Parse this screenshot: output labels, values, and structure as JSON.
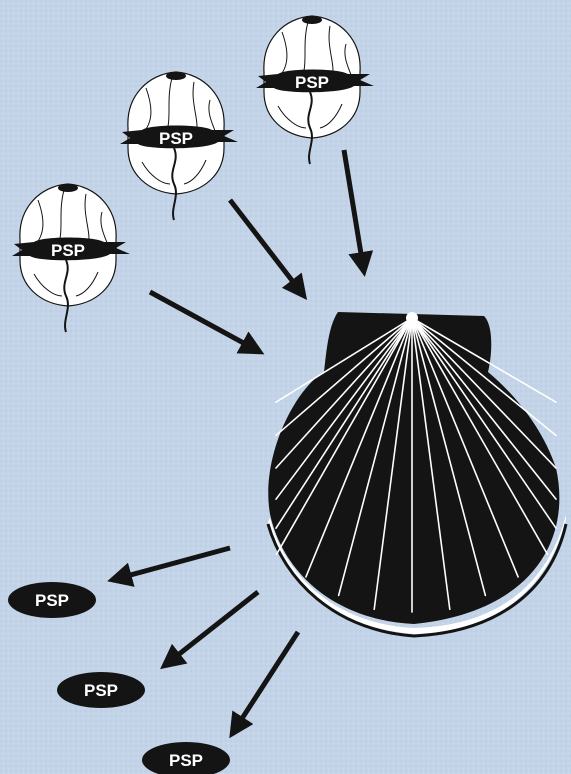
{
  "colors": {
    "background": "#c3d4e8",
    "ink": "#141414",
    "cell_fill": "#ffffff",
    "shell_rays": "#ffffff"
  },
  "icons": {
    "cell": "dinoflagellate-icon",
    "shellfish": "scallop-shell-icon",
    "arrow": "arrow-icon"
  },
  "cells": [
    {
      "label": "PSP"
    },
    {
      "label": "PSP"
    },
    {
      "label": "PSP"
    }
  ],
  "released": [
    {
      "label": "PSP"
    },
    {
      "label": "PSP"
    },
    {
      "label": "PSP"
    }
  ]
}
